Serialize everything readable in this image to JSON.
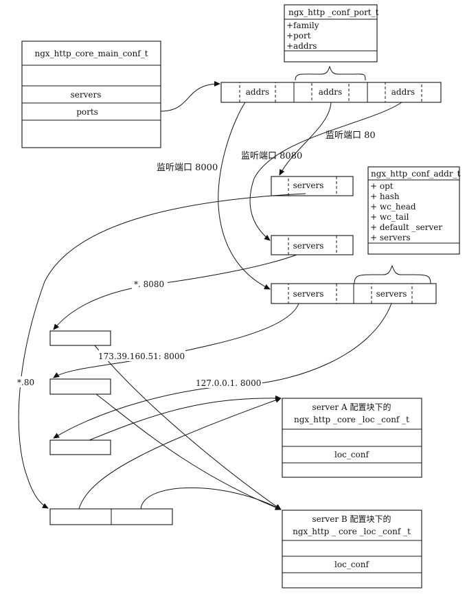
{
  "core_main_conf": {
    "title": "ngx_http_core_main_conf_t",
    "servers": "servers",
    "ports": "ports"
  },
  "conf_port": {
    "title": "ngx_http _conf_port_t",
    "fields": [
      "+family",
      "+port",
      "+addrs"
    ]
  },
  "addrs_array": [
    "addrs",
    "addrs",
    "addrs"
  ],
  "conf_addr": {
    "title": "ngx_http_conf_addr_t",
    "fields": [
      "+ opt",
      "+ hash",
      "+ wc_head",
      "+ wc_tail",
      "+ default _server",
      "+ servers"
    ]
  },
  "servers_label": "servers",
  "labels": {
    "port80": "监听端口 80",
    "port8080": "监听端口 8080",
    "port8000": "监听端口 8000",
    "star8080": "*. 8080",
    "ip173": "173.39.160.51: 8000",
    "ip127": "127.0.0.1. 8000",
    "star80": "*.80"
  },
  "server_a": {
    "title1": "server A 配置块下的",
    "title2": "ngx_http _core _loc _conf _t",
    "loc_conf": "loc_conf"
  },
  "server_b": {
    "title1": "server B   配置块下的",
    "title2": "ngx_http _ core _loc _conf _t",
    "loc_conf": "loc_conf"
  }
}
